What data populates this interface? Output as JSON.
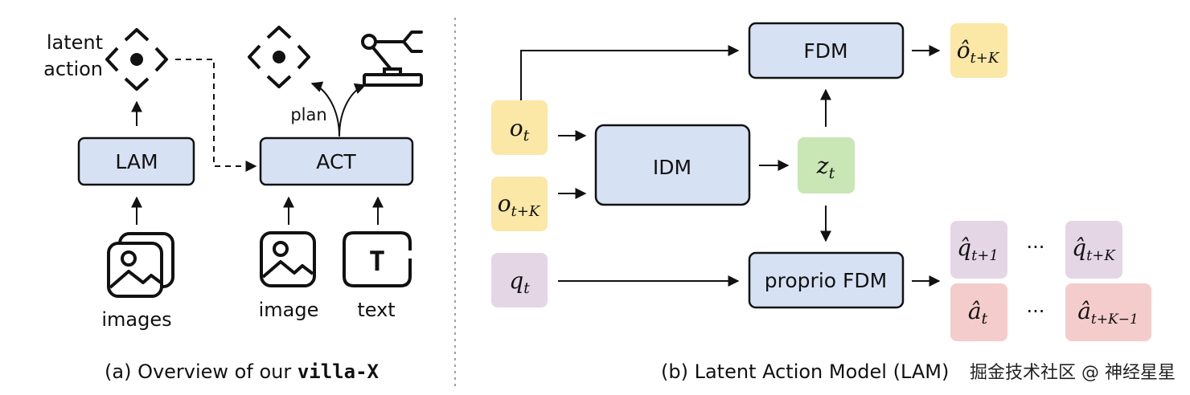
{
  "panel_a": {
    "latent_action_label_1": "latent",
    "latent_action_label_2": "action",
    "lam": "LAM",
    "act": "ACT",
    "plan": "plan",
    "images": "images",
    "image": "image",
    "text": "text",
    "text_glyph": "T",
    "caption_prefix": "(a) Overview of our ",
    "caption_name": "villa-X"
  },
  "panel_b": {
    "fdm": "FDM",
    "idm": "IDM",
    "proprio_fdm": "proprio FDM",
    "o_t": "o",
    "o_t_sub": "t",
    "o_tk": "o",
    "o_tk_sub": "t+K",
    "q_t": "q",
    "q_t_sub": "t",
    "z_t": "z",
    "z_t_sub": "t",
    "ohat": "ô",
    "ohat_sub": "t+K",
    "qhat1": "q̂",
    "qhat1_sub": "t+1",
    "qhatk": "q̂",
    "qhatk_sub": "t+K",
    "ahat1": "â",
    "ahat1_sub": "t",
    "ahatk": "â",
    "ahatk_sub": "t+K−1",
    "ellipsis": "···",
    "caption": "(b) Latent Action Model (LAM)"
  },
  "watermark": "掘金技术社区 @ 神经星星",
  "colors": {
    "box_blue": "#d6e2f3",
    "yellow": "#fbe7a6",
    "green": "#c9e6b5",
    "purple": "#e5d6e6",
    "pink": "#f4cccc",
    "stroke": "#111111"
  }
}
